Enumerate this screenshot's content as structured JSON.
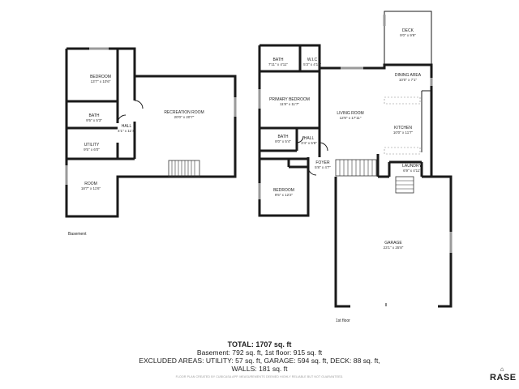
{
  "floors": {
    "basement": "Basement",
    "first": "1st floor"
  },
  "rooms": {
    "bedroom_b": {
      "name": "BEDROOM",
      "dim": "13'7\" x 10'6\""
    },
    "bath_b": {
      "name": "BATH",
      "dim": "9'5\" x 5'3\""
    },
    "hall_b": {
      "name": "HALL",
      "dim": "4'1\" x 11'7\""
    },
    "utility": {
      "name": "UTILITY",
      "dim": "9'5\" x 6'0\""
    },
    "room": {
      "name": "ROOM",
      "dim": "18'7\" x 11'6\""
    },
    "recreation": {
      "name": "RECREATION ROOM",
      "dim": "20'0\" x 20'7\""
    },
    "bath1": {
      "name": "BATH",
      "dim": "7'11\" x 4'11\""
    },
    "wic": {
      "name": "W.I.C",
      "dim": "5'3\" x 4'11\""
    },
    "primary": {
      "name": "PRIMARY BEDROOM",
      "dim": "11'8\" x 11'7\""
    },
    "bath2": {
      "name": "BATH",
      "dim": "8'0\" x 5'4\""
    },
    "hall1": {
      "name": "HALL",
      "dim": "3'4\" x 5'8\""
    },
    "bedroom1": {
      "name": "BEDROOM",
      "dim": "9'5\" x 12'2\""
    },
    "foyer": {
      "name": "FOYER",
      "dim": "5'8\" x 4'7\""
    },
    "living": {
      "name": "LIVING ROOM",
      "dim": "12'9\" x 17'11\""
    },
    "deck": {
      "name": "DECK",
      "dim": "9'0\" x 9'9\""
    },
    "dining": {
      "name": "DINING AREA",
      "dim": "10'0\" x 7'1\""
    },
    "kitchen": {
      "name": "KITCHEN",
      "dim": "10'0\" x 11'7\""
    },
    "laundry": {
      "name": "LAUNDRY",
      "dim": "6'9\" x 4'11\""
    },
    "garage": {
      "name": "GARAGE",
      "dim": "23'1\" x 25'8\""
    }
  },
  "summary": {
    "total": "TOTAL: 1707 sq. ft",
    "line1": "Basement: 792 sq. ft, 1st floor: 915 sq. ft",
    "line2": "EXCLUDED AREAS: UTILITY: 57 sq. ft, GARAGE: 594 sq. ft, DECK: 88 sq. ft,",
    "line3": "WALLS: 181 sq. ft"
  },
  "disclaimer": "FLOOR PLAN CREATED BY CUBICASA APP. MEASUREMENTS DEEMED HIGHLY RELIABLE BUT NOT GUARANTEED.",
  "logo": {
    "text": "RASE"
  }
}
